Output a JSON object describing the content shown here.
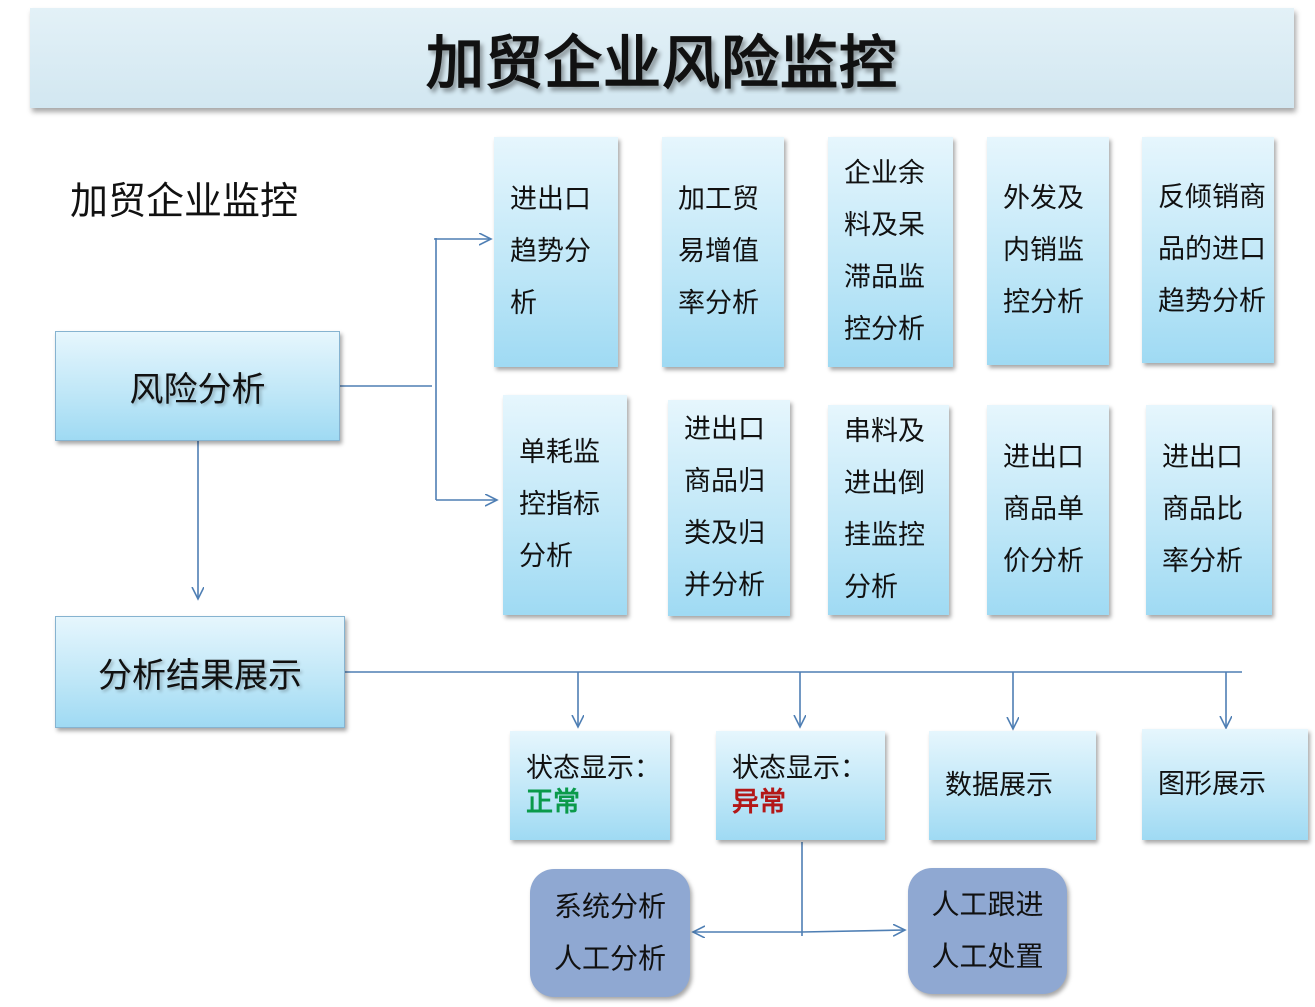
{
  "title": "加贸企业风险监控",
  "subtitle": "加贸企业监控",
  "main": {
    "risk": "风险分析",
    "result": "分析结果展示"
  },
  "row1": [
    "进出口趋势分析",
    "加工贸易增值率分析",
    "企业余料及呆滞品监控分析",
    "外发及内销监控分析",
    "反倾销商品的进口趋势分析"
  ],
  "row2": [
    "单耗监控指标分析",
    "进出口商品归类及归并分析",
    "串料及进出倒挂监控分析",
    "进出口商品单价分析",
    "进出口商品比率分析"
  ],
  "display": {
    "status_prefix": "状态显示：",
    "normal": "正常",
    "abnormal": "异常",
    "data": "数据展示",
    "graph": "图形展示"
  },
  "actions": {
    "left": [
      "系统分析",
      "人工分析"
    ],
    "right": [
      "人工跟进",
      "人工处置"
    ]
  },
  "colors": {
    "normal": "#0a9a4a",
    "abnormal": "#b31717",
    "connector": "#4f7fb4"
  }
}
